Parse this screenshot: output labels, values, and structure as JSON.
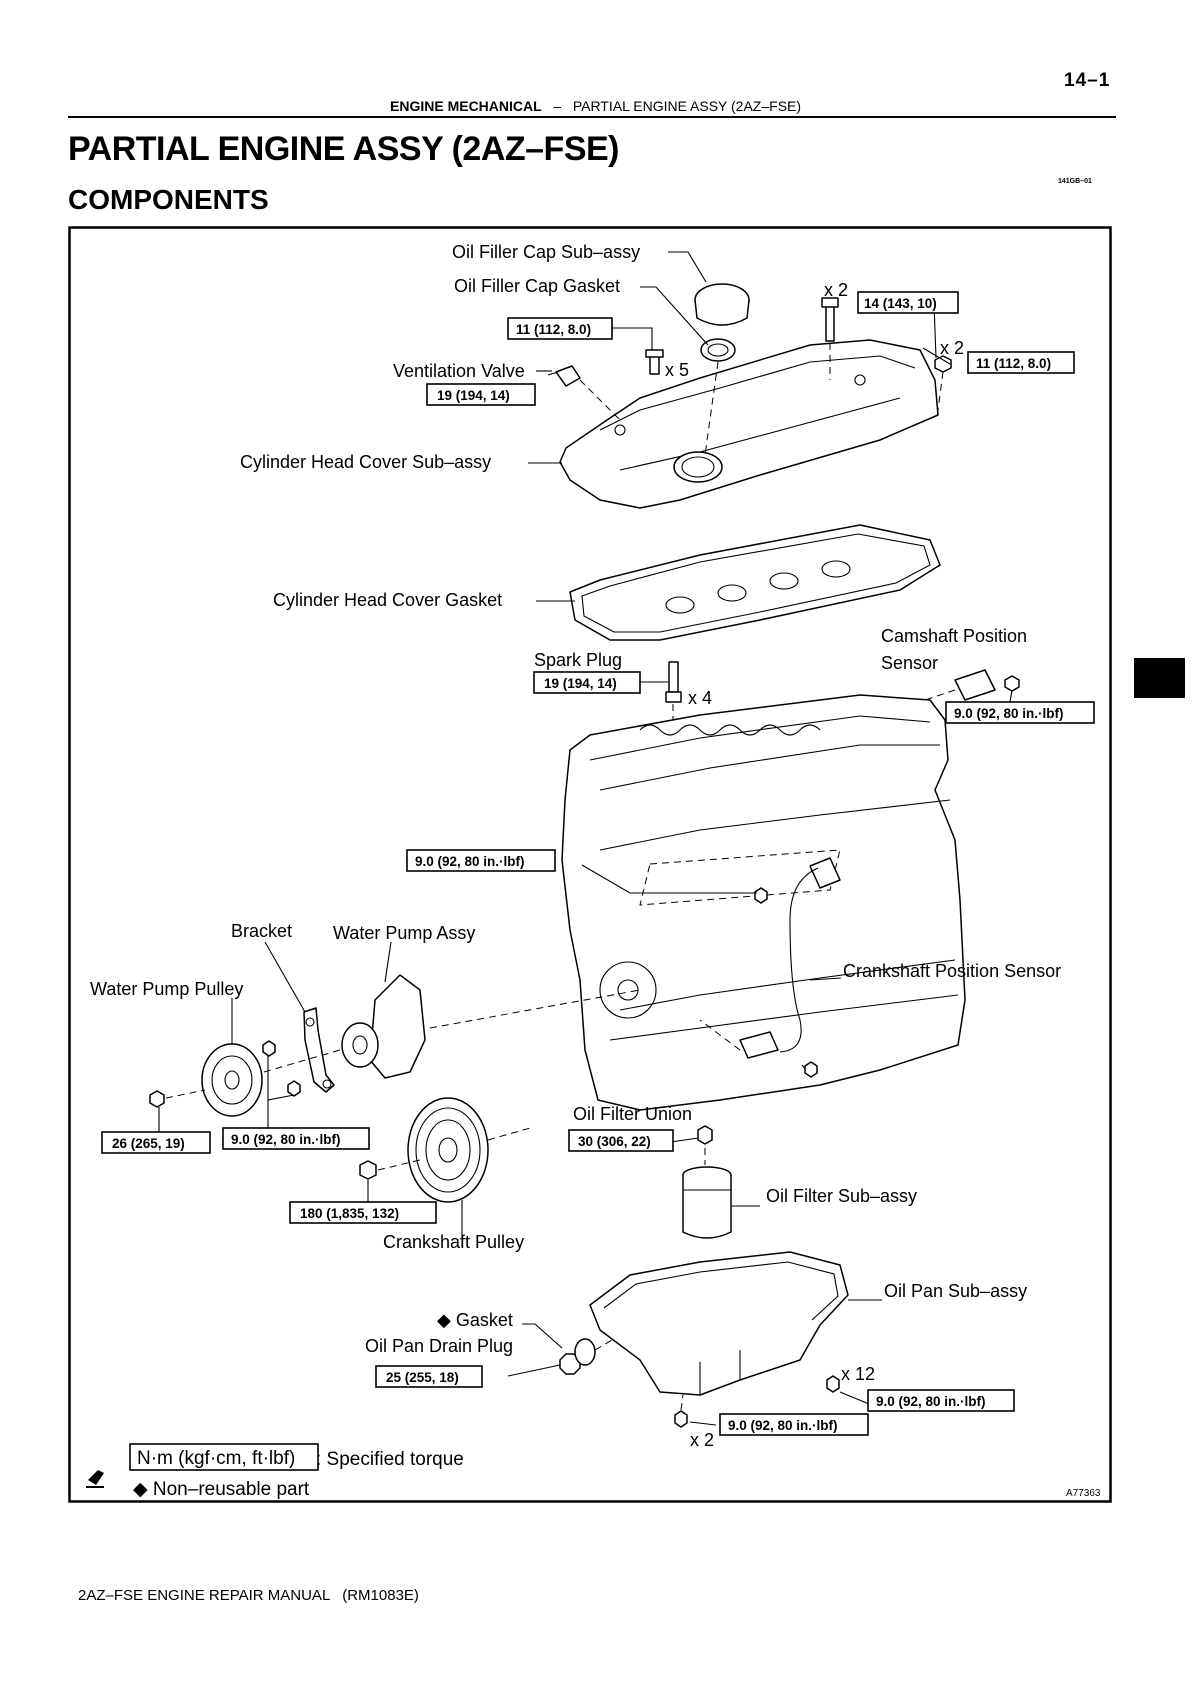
{
  "page": {
    "number": "14–1",
    "header_section": "ENGINE MECHANICAL",
    "header_separator": "–",
    "header_topic": "PARTIAL ENGINE ASSY (2AZ–FSE)",
    "title": "PARTIAL ENGINE ASSY (2AZ–FSE)",
    "section": "COMPONENTS",
    "doc_code": "141GB–01",
    "footer": "2AZ–FSE ENGINE REPAIR MANUAL   (RM1083E)"
  },
  "diagram": {
    "figure_id": "A77363",
    "labels": {
      "oil_filler_cap": "Oil Filler Cap Sub–assy",
      "oil_filler_cap_gasket": "Oil Filler Cap Gasket",
      "ventilation_valve": "Ventilation Valve",
      "cylinder_head_cover": "Cylinder Head Cover Sub–assy",
      "cylinder_head_cover_gasket": "Cylinder Head Cover Gasket",
      "spark_plug": "Spark Plug",
      "camshaft_sensor_1": "Camshaft Position",
      "camshaft_sensor_2": "Sensor",
      "bracket": "Bracket",
      "water_pump": "Water Pump Assy",
      "water_pump_pulley": "Water Pump Pulley",
      "crankshaft_sensor": "Crankshaft Position Sensor",
      "oil_filter_union": "Oil Filter Union",
      "oil_filter": "Oil Filter Sub–assy",
      "crankshaft_pulley": "Crankshaft Pulley",
      "oil_pan": "Oil Pan Sub–assy",
      "gasket": "◆ Gasket",
      "oil_pan_drain_plug": "Oil Pan Drain Plug"
    },
    "quantities": {
      "head_bolt": "x 2",
      "cover_bolt": "x 5",
      "cover_nut": "x 2",
      "spark_plug": "x 4",
      "pan_bolt": "x 12",
      "pan_nut": "x 2"
    },
    "torques": {
      "head_bolt": "14 (143, 10)",
      "cover_bolt": "11 (112, 8.0)",
      "cover_nut": "11 (112, 8.0)",
      "ventilation_valve": "19 (194, 14)",
      "spark_plug": "19 (194, 14)",
      "camshaft_sensor": "9.0 (92, 80 in.·lbf)",
      "crank_sensor": "9.0 (92, 80 in.·lbf)",
      "water_pump_pulley": "26 (265, 19)",
      "water_pump": "9.0 (92, 80 in.·lbf)",
      "oil_filter_union": "30 (306, 22)",
      "crankshaft_pulley": "180 (1,835, 132)",
      "drain_plug": "25 (255, 18)",
      "oil_pan_bolt": "9.0 (92, 80 in.·lbf)",
      "oil_pan_nut": "9.0 (92, 80 in.·lbf)"
    },
    "legend": {
      "torque_box": "N·m (kgf·cm, ft·lbf)",
      "torque_text": ": Specified torque",
      "nonreusable_text": "◆ Non–reusable part"
    }
  }
}
